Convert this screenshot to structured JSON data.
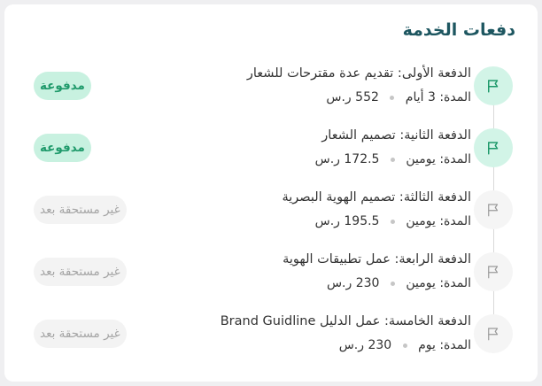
{
  "section_title": "دفعات الخدمة",
  "payments": [
    {
      "name": "الدفعة الأولى: تقديم عدة مقترحات للشعار",
      "duration_label": "المدة:",
      "duration": "3 أيام",
      "amount": "552 ر.س",
      "status": "paid",
      "status_label": "مدفوعة"
    },
    {
      "name": "الدفعة الثانية: تصميم الشعار",
      "duration_label": "المدة:",
      "duration": "يومين",
      "amount": "172.5 ر.س",
      "status": "paid",
      "status_label": "مدفوعة"
    },
    {
      "name": "الدفعة الثالثة: تصميم الهوية البصرية",
      "duration_label": "المدة:",
      "duration": "يومين",
      "amount": "195.5 ر.س",
      "status": "unpaid",
      "status_label": "غير مستحقة بعد"
    },
    {
      "name": "الدفعة الرابعة: عمل تطبيقات الهوية",
      "duration_label": "المدة:",
      "duration": "يومين",
      "amount": "230 ر.س",
      "status": "unpaid",
      "status_label": "غير مستحقة بعد"
    },
    {
      "name": "الدفعة الخامسة: عمل الدليل Brand Guidline",
      "duration_label": "المدة:",
      "duration": "يوم",
      "amount": "230 ر.س",
      "status": "unpaid",
      "status_label": "غير مستحقة بعد"
    }
  ],
  "icons": {
    "step": "flag-icon"
  },
  "colors": {
    "title": "#1d5660",
    "paid_bg": "#c8f1e0",
    "paid_text": "#1f9a6b",
    "paid_icon": "#1f9a6b",
    "unpaid_bg": "#f3f3f3",
    "unpaid_text": "#a5a5a5",
    "unpaid_icon": "#9b9b9b"
  }
}
